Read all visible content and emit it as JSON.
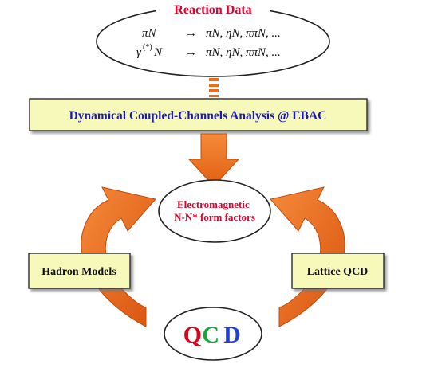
{
  "reaction_data": {
    "title": "Reaction Data",
    "line1": {
      "lhs": "πN",
      "arrow": "→",
      "rhs": "πN, ηN, ππN, ..."
    },
    "line2": {
      "lhs_base": "γ",
      "lhs_sup": "(*)",
      "lhs_tail": "N",
      "arrow": "→",
      "rhs": "πN, ηN, ππN, ..."
    }
  },
  "analysis_box": {
    "label": "Dynamical Coupled-Channels Analysis @ EBAC"
  },
  "form_factors": {
    "line1": "Electromagnetic",
    "line2": "N-N* form factors"
  },
  "hadron_models": {
    "label": "Hadron Models"
  },
  "lattice_qcd": {
    "label": "Lattice QCD"
  },
  "qcd": {
    "q": "Q",
    "c": "C",
    "d": "D"
  },
  "colors": {
    "title_red": "#e8002a",
    "analysis_text_blue": "#1a1ab5",
    "box_fill_yellow": "#f7f9bb",
    "box_stroke": "#2a2a2a",
    "arrow_orange": "#f06a1e",
    "arrow_dark": "#c44a0c",
    "qcd_red": "#e0001a",
    "qcd_green": "#11a83a",
    "qcd_blue": "#1e3fd8"
  }
}
